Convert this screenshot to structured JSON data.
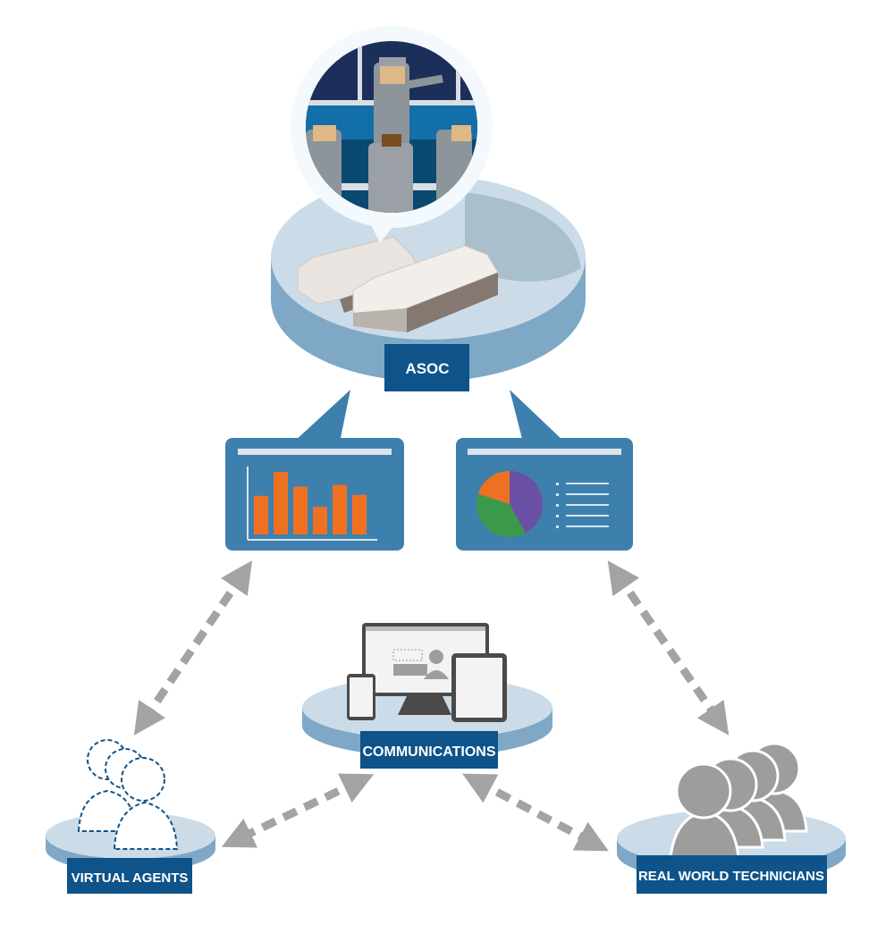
{
  "nodes": {
    "asoc": {
      "label": "ASOC"
    },
    "communications": {
      "label": "COMMUNICATIONS"
    },
    "virtual_agents": {
      "label": "VIRTUAL AGENTS"
    },
    "real_world_technicians": {
      "label": "REAL WORLD TECHNICIANS"
    }
  },
  "panels": {
    "bar_icon_values": [
      4.2,
      6.8,
      5.2,
      3.0,
      5.4,
      4.3
    ],
    "pie_icon_fractions": [
      0.42,
      0.38,
      0.2
    ],
    "pie_icon_list_items": 5
  },
  "colors": {
    "platform_top": "#cbdce8",
    "platform_side": "#7ea8c5",
    "banner": "#0e5389",
    "panel": "#3e80ad",
    "bar": "#ee7122",
    "pie_purple": "#6a50a4",
    "pie_green": "#3b9a49",
    "pie_orange": "#ee7122",
    "arrow": "#a3a3a3",
    "person": "#9d9d9b"
  }
}
